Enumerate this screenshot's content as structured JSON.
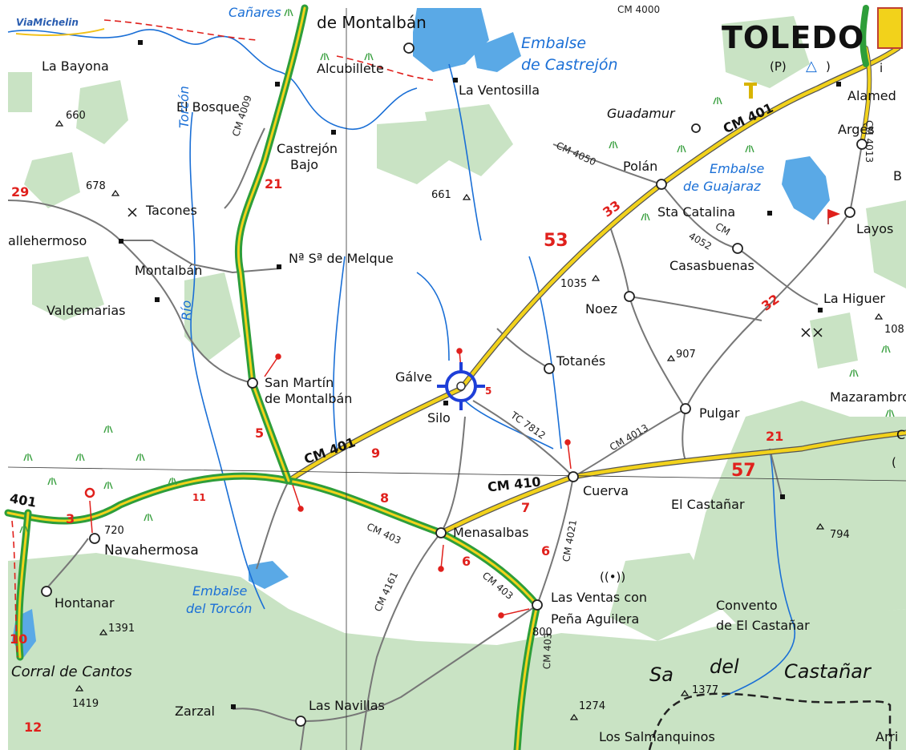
{
  "branding": {
    "logo": "ViaMichelin"
  },
  "labels": {
    "city": "TOLEDO",
    "towns": {
      "la_bayona": "La Bayona",
      "alcubillete": "Alcubillete",
      "la_ventosilla": "La Ventosilla",
      "el_bosque": "El Bosque",
      "castrejon": "Castrejón",
      "castrejon_bajo": "Bajo",
      "de_montalban": "de Montalbán",
      "guadamur": "Guadamur",
      "arges": "Argés",
      "alamed": "Alamed",
      "polan": "Polán",
      "sta_catalina": "Sta Catalina",
      "casasbuenas": "Casasbuenas",
      "layos": "Layos",
      "tacones": "Tacones",
      "vallehermoso": "allehermoso",
      "montalban": "Montalbán",
      "nsra_melque": "Nª Sª de Melque",
      "valdemarias": "Valdemarias",
      "noez": "Noez",
      "la_higuera": "La Higuer",
      "totanes": "Totanés",
      "galvez": "Gálve",
      "san_martin": "San Martín",
      "de_montalban2": "de Montalbán",
      "silo": "Silo",
      "pulgar": "Pulgar",
      "mazarambroz": "Mazarambro",
      "cuerva": "Cuerva",
      "el_castanar": "El Castañar",
      "menasalbas": "Menasalbas",
      "navahermosa": "Navahermosa",
      "hontanar": "Hontanar",
      "las_ventas": "Las Ventas con",
      "pena_aguilera": "Peña Aguilera",
      "convento": "Convento",
      "de_el_castanar": "de El Castañar",
      "zarzal": "Zarzal",
      "las_navillas": "Las Navillas",
      "los_salmanquinos": "Los Salmanquinos",
      "arri": "Arri",
      "b_edge": "B",
      "c_edge": "C"
    },
    "water": {
      "embalse_castrejon_1": "Embalse",
      "embalse_castrejon_2": "de Castrejón",
      "embalse_guajaraz_1": "Embalse",
      "embalse_guajaraz_2": "de Guajaraz",
      "embalse_torcon_1": "Embalse",
      "embalse_torcon_2": "del Torcón",
      "torcon": "Torcón",
      "rio": "Río",
      "canares": "Cañares"
    },
    "regions": {
      "corral": "Corral de Cantos",
      "sa": "Sa",
      "del": "del",
      "castanar": "Castañar"
    },
    "roads": {
      "cm401_a": "CM 401",
      "cm401_b": "CM 401",
      "cm410": "CM 410",
      "r401_edge": "401",
      "cm4009": "CM 4009",
      "cm4050": "CM 4050",
      "cm4013_top": "CM 4013",
      "cm4052": "4052",
      "cm": "CM",
      "tc7812": "TC 7812",
      "cm4013": "CM 4013",
      "cm403_a": "CM 403",
      "cm403_b": "CM 403",
      "cm403_c": "CM 403",
      "cm4021": "CM 4021",
      "cm4161": "CM 4161",
      "cm4000": "CM 4000"
    },
    "distances": {
      "d53": "53",
      "d57": "57",
      "d33": "33",
      "d32": "32",
      "d29": "29",
      "d21a": "21",
      "d21b": "21",
      "d9": "9",
      "d8": "8",
      "d7": "7",
      "d6a": "6",
      "d6b": "6",
      "d5a": "5",
      "d5b": "5",
      "d11": "11",
      "d3": "3",
      "d10": "10",
      "d12": "12"
    },
    "elevations": {
      "e660": "660",
      "e678": "678",
      "e661": "661",
      "e1035": "1035",
      "e907": "907",
      "e108": "108",
      "e720": "720",
      "e794": "794",
      "e1391": "1391",
      "e1419": "1419",
      "e800": "800",
      "e1274": "1274",
      "e1377": "1377"
    },
    "symbols": {
      "parking": "(P)",
      "radio": "((•))",
      "t": "T",
      "paren": "(",
      "paren_close": ")",
      "i": "i"
    }
  },
  "colors": {
    "forest": "#c9e3c4",
    "water": "#5aa9e6",
    "main_road": "#f2d21b",
    "green_route": "#2e9e3a",
    "river": "#1a6fd6",
    "distance": "#e0201c",
    "marker": "#1e3fd8"
  }
}
